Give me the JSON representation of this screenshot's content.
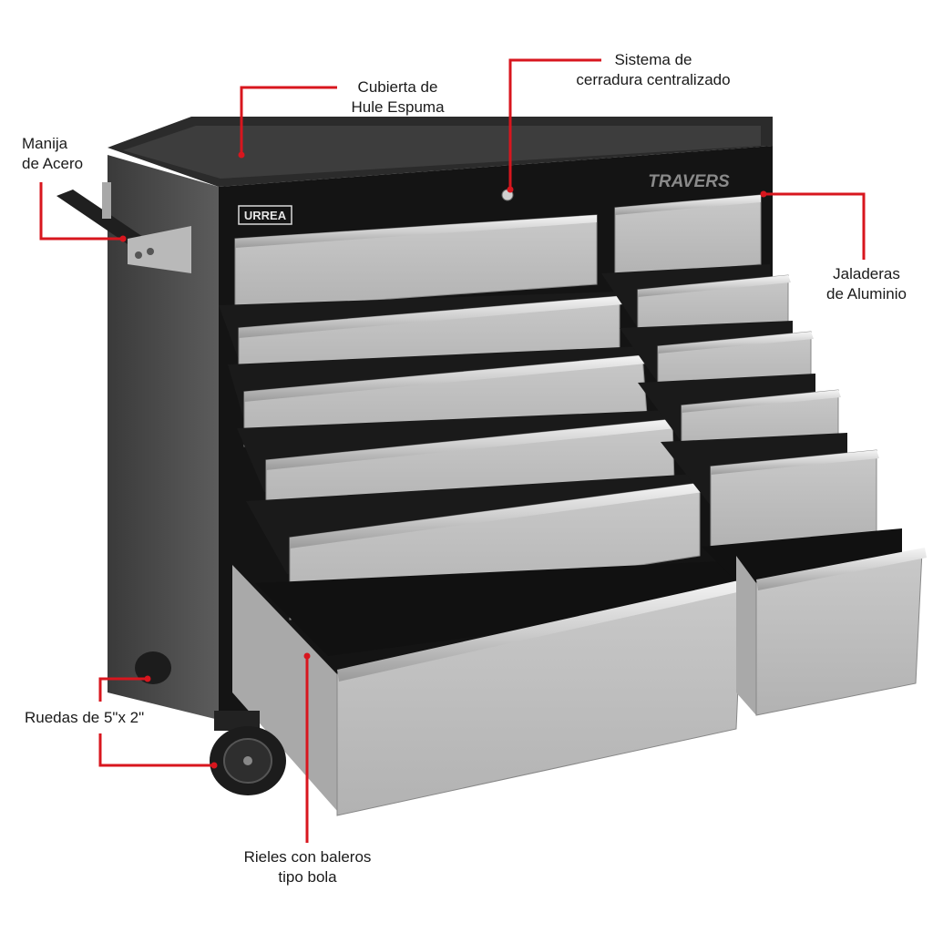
{
  "brand": {
    "logo_text": "URREA",
    "badge_text": "TRAVERS"
  },
  "callouts": {
    "handle": {
      "line1": "Manija",
      "line2": "de Acero"
    },
    "top_cover": {
      "line1": "Cubierta de",
      "line2": "Hule Espuma"
    },
    "lock": {
      "line1": "Sistema de",
      "line2": "cerradura centralizado"
    },
    "pulls": {
      "line1": "Jaladeras",
      "line2": "de Aluminio"
    },
    "wheels": {
      "line1": "Ruedas de 5\"x 2\""
    },
    "rails": {
      "line1": "Rieles con baleros",
      "line2": "tipo bola"
    }
  },
  "colors": {
    "callout_line": "#d8161e",
    "cabinet_black": "#141414",
    "drawer_gray": "#bfbfbf",
    "pull_aluminum": "#e6e6e6"
  }
}
